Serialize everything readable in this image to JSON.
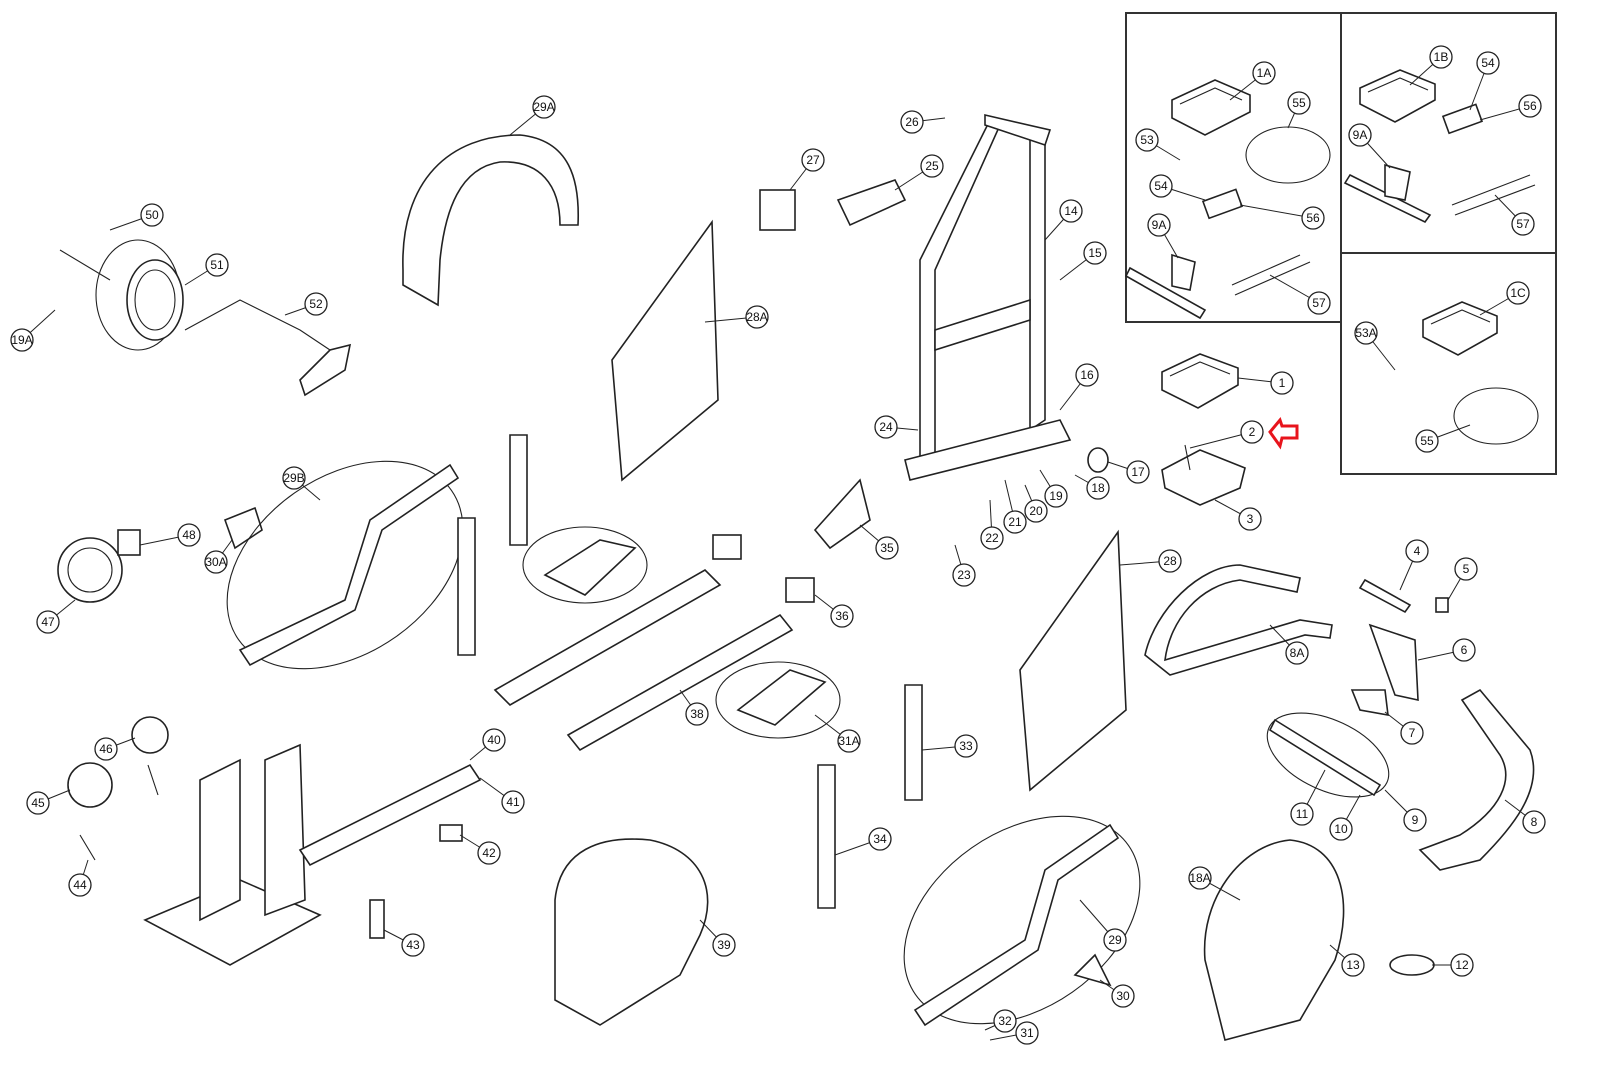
{
  "diagram": {
    "type": "exploded parts diagram",
    "highlight_color": "#e8141c",
    "highlighted_part": "2",
    "callouts": [
      "1A",
      "55",
      "53",
      "54",
      "56",
      "9A",
      "57",
      "1B",
      "54",
      "56",
      "9A",
      "57",
      "1C",
      "53A",
      "55",
      "1",
      "2",
      "3",
      "26",
      "27",
      "25",
      "14",
      "15",
      "16",
      "24",
      "17",
      "18",
      "19",
      "20",
      "21",
      "22",
      "23",
      "35",
      "29A",
      "28A",
      "50",
      "51",
      "52",
      "19A",
      "29B",
      "30A",
      "48",
      "47",
      "36",
      "38",
      "31A",
      "33",
      "34",
      "39",
      "28",
      "8A",
      "4",
      "5",
      "6",
      "7",
      "9",
      "10",
      "11",
      "8",
      "18A",
      "13",
      "12",
      "29",
      "30",
      "32",
      "31",
      "40",
      "41",
      "42",
      "43",
      "44",
      "45",
      "46"
    ]
  }
}
